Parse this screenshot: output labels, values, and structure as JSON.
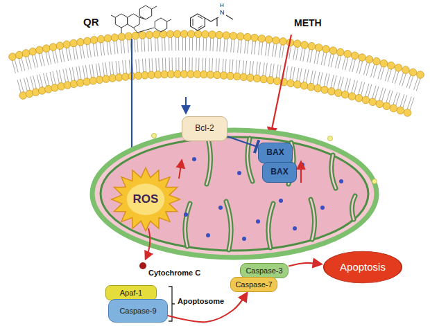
{
  "diagram": {
    "nodes": [
      {
        "text": [
          "ROS"
        ]
      },
      {
        "text": [
          "Bcl-2"
        ]
      },
      {
        "text": [
          "BAX"
        ]
      },
      {
        "text": [
          "BAX"
        ]
      },
      {
        "text": [
          "Apaf-1"
        ]
      },
      {
        "text": [
          "Caspase-9"
        ]
      },
      {
        "text": [
          "Caspase-3"
        ]
      },
      {
        "text": [
          "Caspase-7"
        ]
      },
      {
        "text": [
          "Apoptosis"
        ]
      }
    ],
    "edges": [
      {
        "from": 1,
        "to": 2,
        "arrow": "to"
      },
      {
        "from": 5,
        "to": 7,
        "arrow": "to"
      },
      {
        "from": 6,
        "to": 8,
        "arrow": "to"
      }
    ],
    "labels": [
      "QR",
      "METH",
      "H",
      "N",
      "Cytochrome C",
      "Apoptosome"
    ]
  }
}
